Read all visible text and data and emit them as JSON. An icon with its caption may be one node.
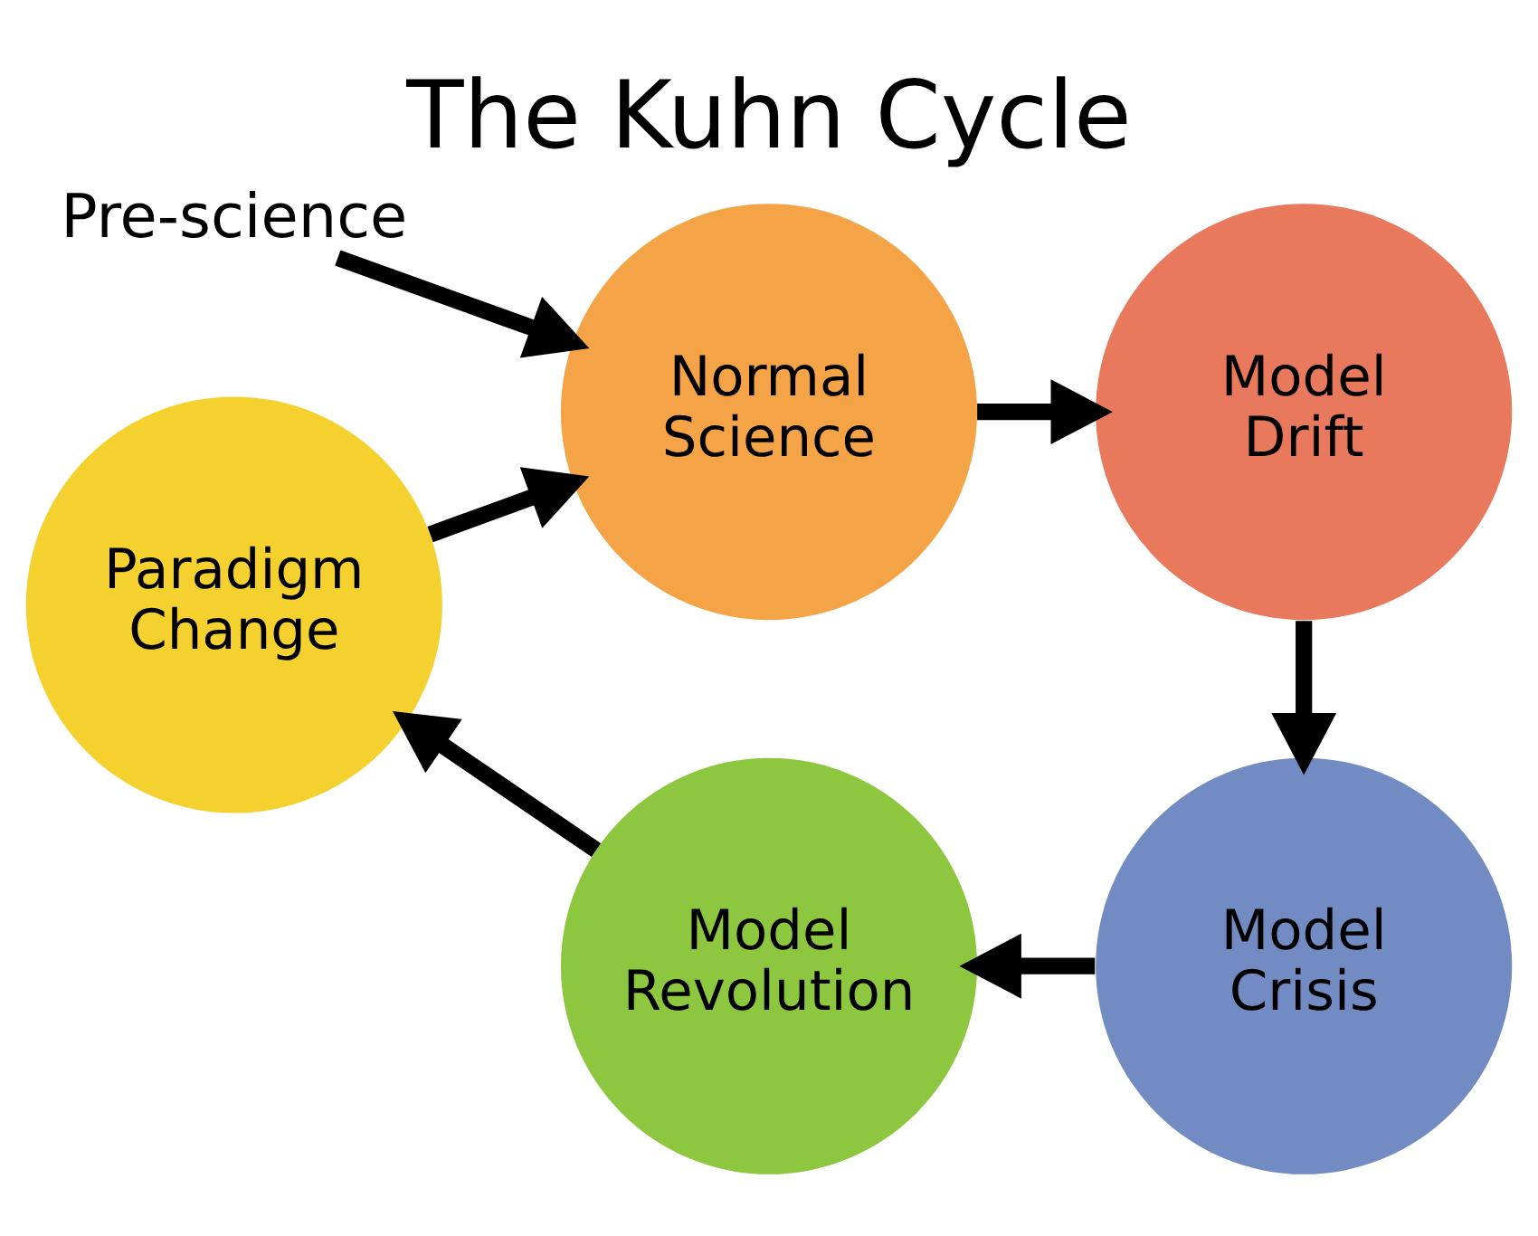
{
  "diagram": {
    "title": "The Kuhn Cycle",
    "nodes": [
      {
        "text": [
          "Pre-science"
        ]
      },
      {
        "text": [
          "Normal Science"
        ]
      },
      {
        "text": [
          "Model Drift"
        ]
      },
      {
        "text": [
          "Model Crisis"
        ]
      },
      {
        "text": [
          "Model Revolution"
        ]
      },
      {
        "text": [
          "Paradigm Change"
        ]
      }
    ],
    "edges": [
      {
        "from": 0,
        "to": 1,
        "arrow": "to"
      },
      {
        "from": 1,
        "to": 2,
        "arrow": "to"
      },
      {
        "from": 2,
        "to": 3,
        "arrow": "to"
      },
      {
        "from": 3,
        "to": 4,
        "arrow": "to"
      },
      {
        "from": 4,
        "to": 5,
        "arrow": "to"
      },
      {
        "from": 5,
        "to": 1,
        "arrow": "to"
      }
    ]
  }
}
